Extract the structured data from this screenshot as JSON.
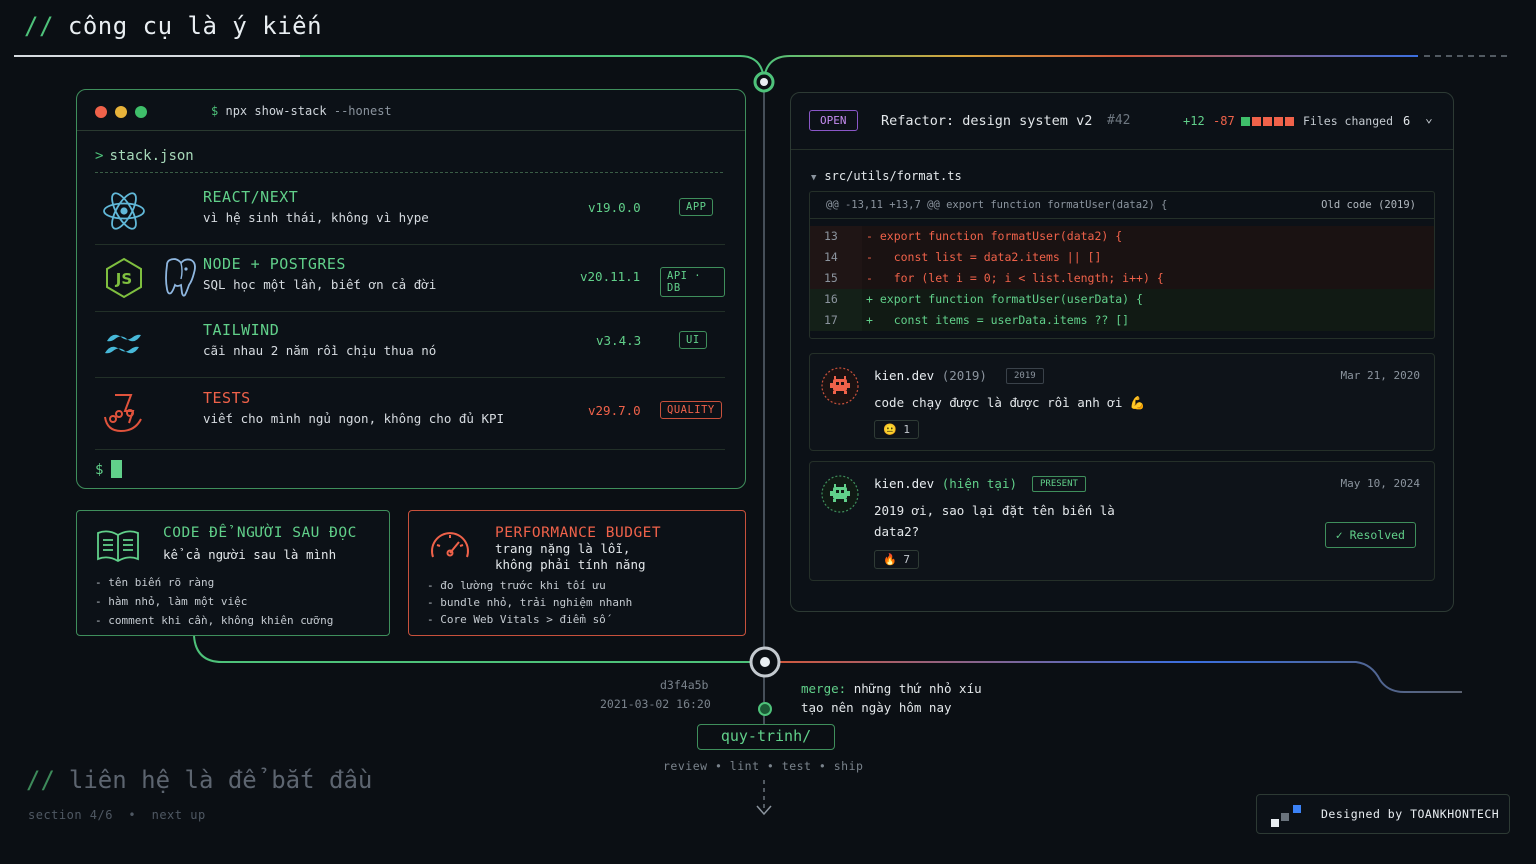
{
  "header": {
    "slashes": "//",
    "title": "công cụ là ý kiến"
  },
  "terminal": {
    "command_prompt": "$",
    "command": "npx show-stack",
    "command_flag": "--honest",
    "file_chevron": ">",
    "file": "stack.json",
    "stack": [
      {
        "name": "REACT/NEXT",
        "desc": "vì hệ sinh thái, không vì hype",
        "version": "v19.0.0",
        "badge": "APP"
      },
      {
        "name": "NODE + POSTGRES",
        "desc": "SQL học một lần, biết ơn cả đời",
        "version": "v20.11.1",
        "badge": "API · DB"
      },
      {
        "name": "TAILWIND",
        "desc": "cãi nhau 2 năm rồi chịu thua nó",
        "version": "v3.4.3",
        "badge": "UI"
      },
      {
        "name": "TESTS",
        "desc": "viết cho mình ngủ ngon, không cho đủ KPI",
        "version": "v29.7.0",
        "badge": "QUALITY"
      }
    ],
    "prompt": "$"
  },
  "cards": {
    "code": {
      "title": "CODE ĐỂ NGƯỜI SAU ĐỌC",
      "subtitle": "kể cả người sau là mình",
      "items": [
        "- tên biến rõ ràng",
        "- hàm nhỏ, làm một việc",
        "- comment khi cần, không khiên cưỡng"
      ]
    },
    "perf": {
      "title": "PERFORMANCE BUDGET",
      "subtitle_1": "trang nặng là lỗi,",
      "subtitle_2": "không phải tính năng",
      "items": [
        "- đo lường trước khi tối ưu",
        "- bundle nhỏ, trải nghiệm nhanh",
        "- Core Web Vitals > điểm số"
      ]
    }
  },
  "pr": {
    "status": "OPEN",
    "title": "Refactor: design system v2",
    "number": "#42",
    "additions": "+12",
    "deletions": "-87",
    "files_label": "Files changed",
    "files_count": "6",
    "file_path": "src/utils/format.ts",
    "hunk": "@@ -13,11 +13,7 @@ export function formatUser(data2) {",
    "hunk_label": "Old code (2019)",
    "lines": [
      {
        "n": "13",
        "type": "del",
        "code": "- export function formatUser(data2) {"
      },
      {
        "n": "14",
        "type": "del",
        "code": "-   const list = data2.items || []"
      },
      {
        "n": "15",
        "type": "del",
        "code": "-   for (let i = 0; i < list.length; i++) {"
      },
      {
        "n": "16",
        "type": "add",
        "code": "+ export function formatUser(userData) {"
      },
      {
        "n": "17",
        "type": "add",
        "code": "+   const items = userData.items ?? []"
      }
    ],
    "comments": [
      {
        "author": "kien.dev",
        "meta": "(2019)",
        "tag": "2019",
        "date": "Mar 21, 2020",
        "body": "code chạy được là được rồi anh ơi 💪",
        "reaction": "😐 1"
      },
      {
        "author": "kien.dev",
        "meta": "(hiện tại)",
        "tag": "PRESENT",
        "date": "May 10, 2024",
        "body_1": "2019 ơi, sao lại đặt tên biến là",
        "body_2": "data2?",
        "reaction": "🔥 7",
        "resolved": "✓ Resolved"
      }
    ]
  },
  "timeline": {
    "hash": "d3f4a5b",
    "datetime": "2021-03-02 16:20",
    "merge_kw": "merge:",
    "merge_1": "những thứ nhỏ xíu",
    "merge_2": "tạo nên ngày hôm nay",
    "branch": "quy-trinh/",
    "pipeline": "review • lint • test • ship"
  },
  "footer": {
    "slashes": "//",
    "title": "liên hệ là để bắt đầu",
    "section": "section 4/6  •  next up"
  },
  "credit": {
    "text": "Designed by TOANKHONTECH"
  },
  "colors": {
    "green": "#61d08a",
    "red": "#f0624a",
    "purple": "#c58cf0",
    "blue": "#3b82f6",
    "bg": "#0b0f14"
  }
}
